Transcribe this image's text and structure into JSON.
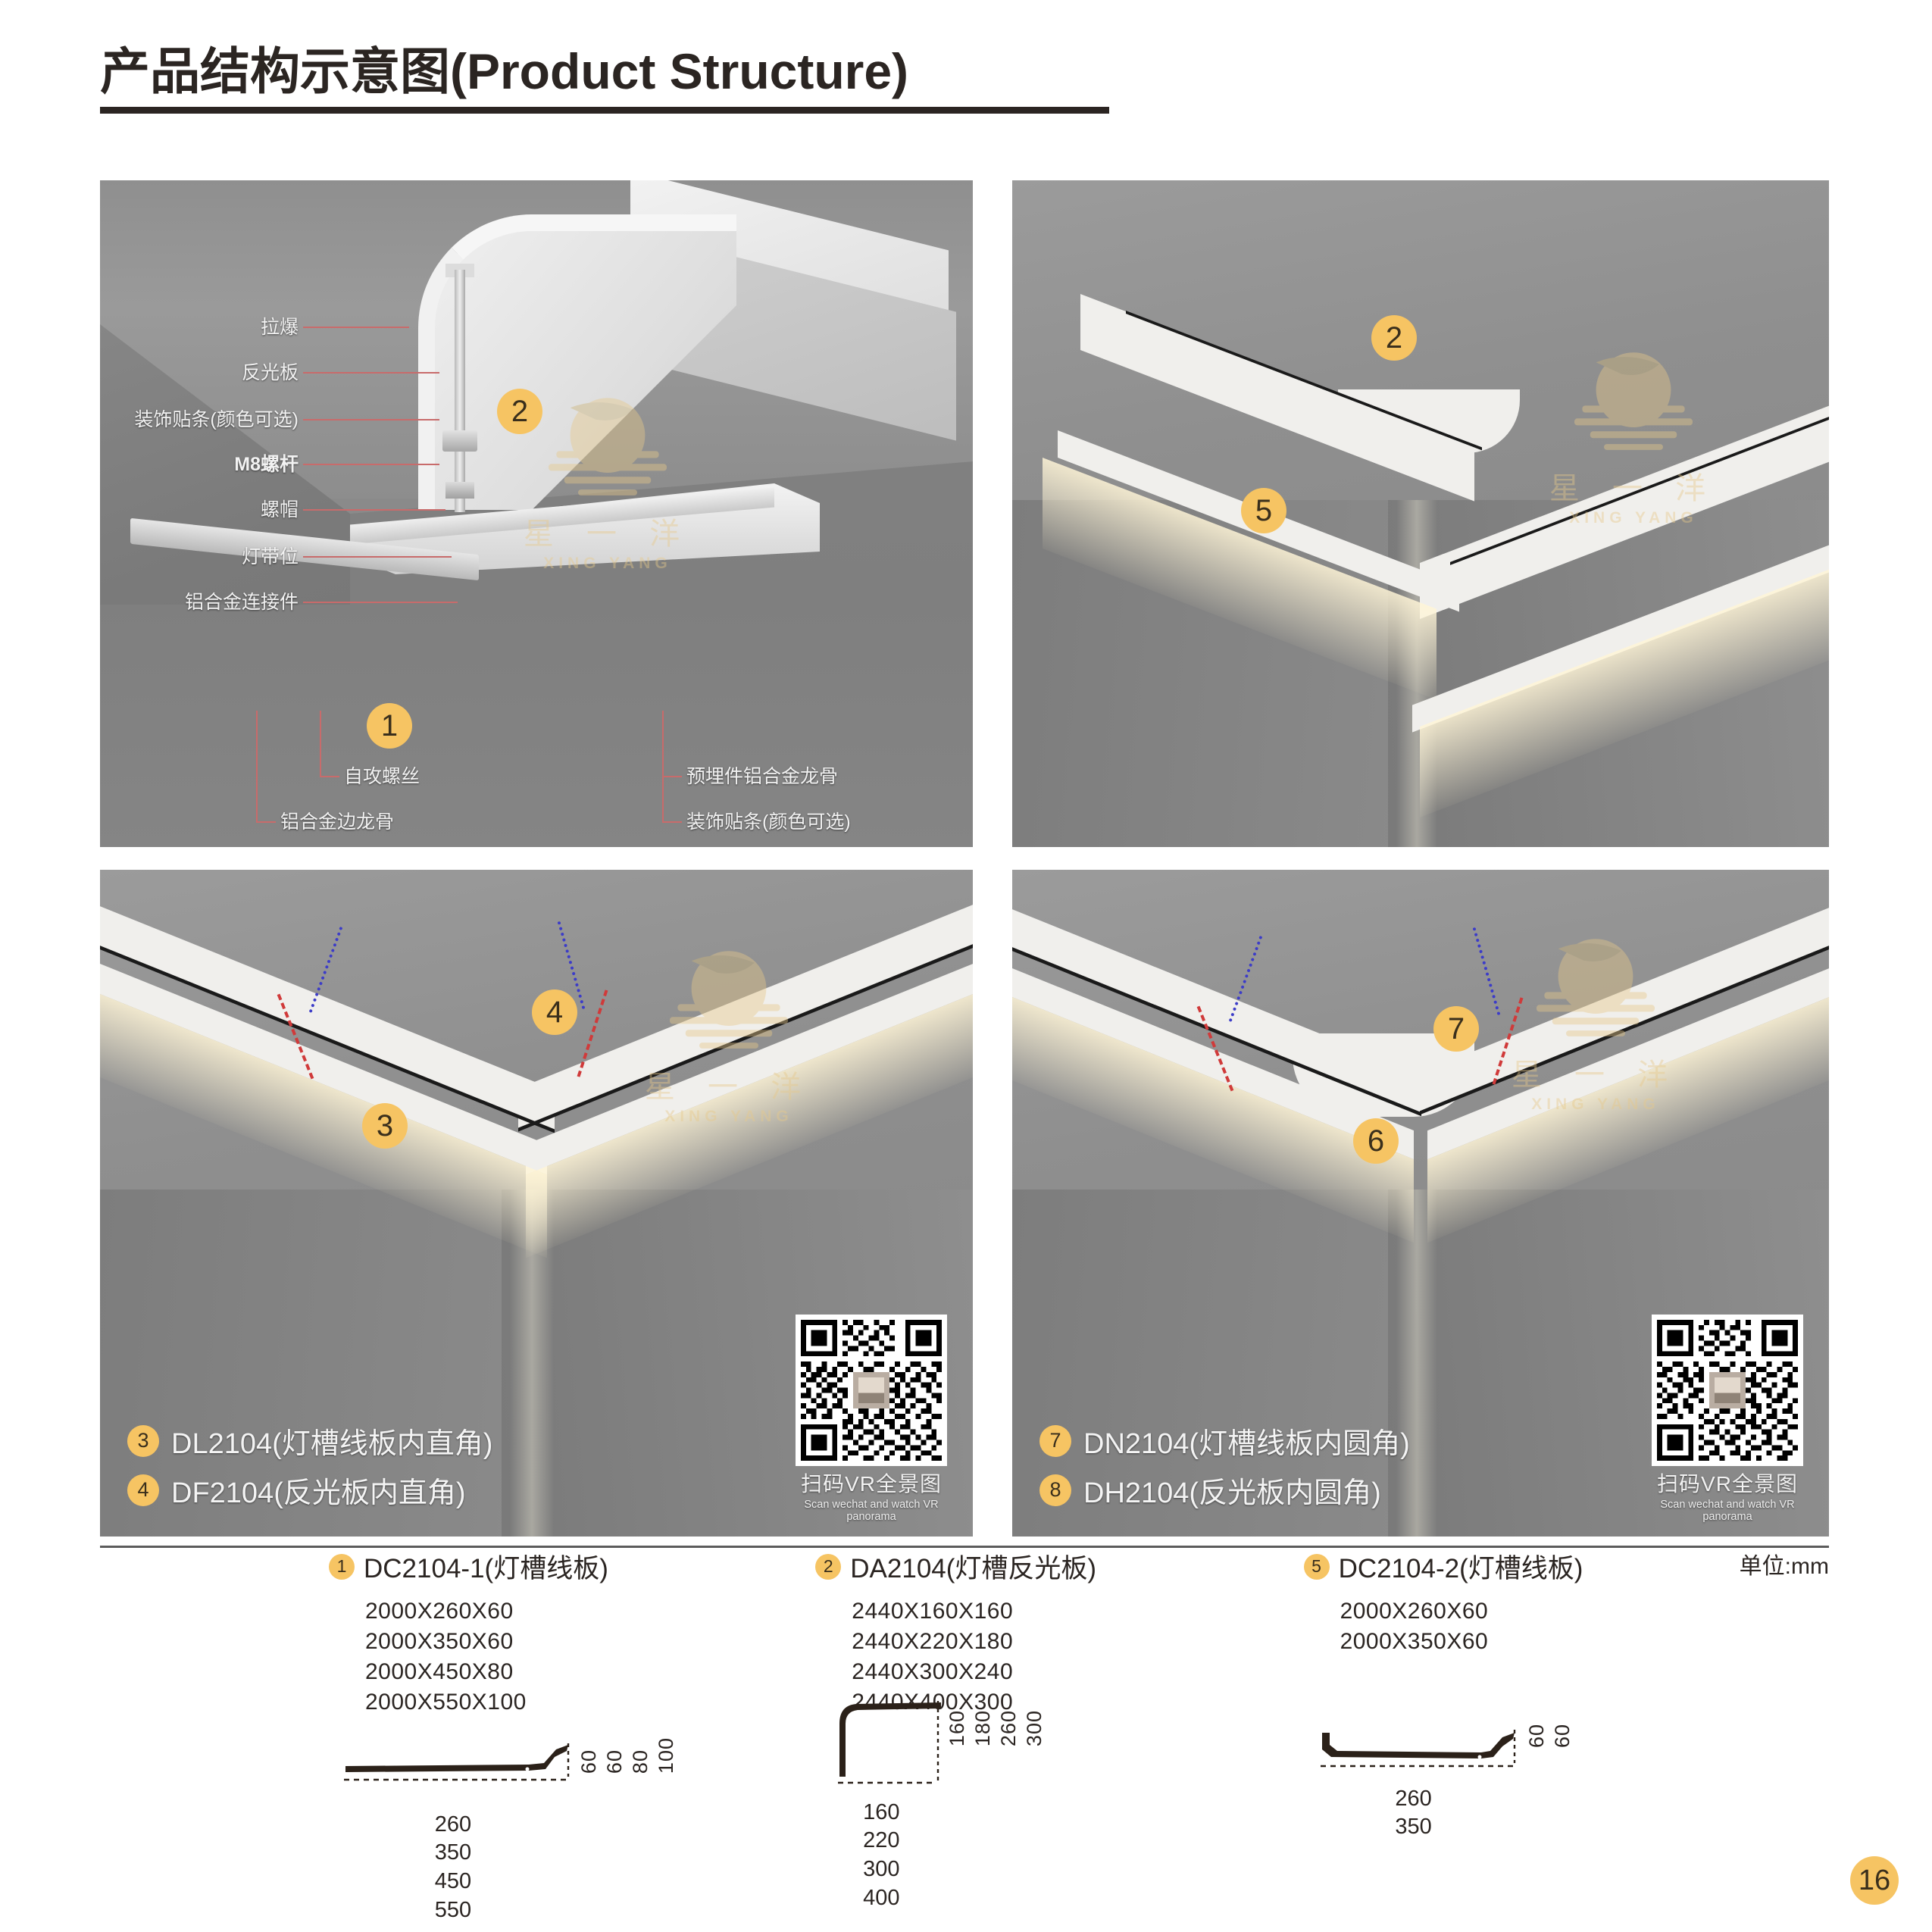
{
  "header": {
    "title": "产品结构示意图(Product Structure)"
  },
  "watermark": {
    "cn": "星 一 洋",
    "en": "XING  YANG"
  },
  "panels": {
    "top_left": {
      "name": "exploded-structure-render",
      "badges": [
        {
          "num": "1"
        },
        {
          "num": "2"
        }
      ],
      "callouts": [
        {
          "text": "拉爆",
          "bold": false
        },
        {
          "text": "反光板",
          "bold": false
        },
        {
          "text": "装饰贴条(颜色可选)",
          "bold": false
        },
        {
          "text": "M8螺杆",
          "bold": true
        },
        {
          "text": "螺帽",
          "bold": false
        },
        {
          "text": "灯带位",
          "bold": false
        },
        {
          "text": "铝合金连接件",
          "bold": false
        },
        {
          "text": "自攻螺丝",
          "bold": false
        },
        {
          "text": "铝合金边龙骨",
          "bold": false
        },
        {
          "text": "预埋件铝合金龙骨",
          "bold": false
        },
        {
          "text": "装饰贴条(颜色可选)",
          "bold": false
        }
      ]
    },
    "top_right": {
      "name": "corner-moulding-render",
      "badges": [
        {
          "num": "2"
        },
        {
          "num": "5"
        }
      ]
    },
    "bottom_left": {
      "name": "inner-right-angle-render",
      "badges": [
        {
          "num": "3"
        },
        {
          "num": "4"
        }
      ],
      "legend": [
        {
          "num": "3",
          "label": "DL2104(灯槽线板内直角)"
        },
        {
          "num": "4",
          "label": "DF2104(反光板内直角)"
        }
      ],
      "qr": {
        "cn": "扫码VR全景图",
        "en": "Scan wechat and watch VR panorama"
      }
    },
    "bottom_right": {
      "name": "inner-round-angle-render",
      "badges": [
        {
          "num": "6"
        },
        {
          "num": "7"
        }
      ],
      "legend": [
        {
          "num": "7",
          "label": "DN2104(灯槽线板内圆角)"
        },
        {
          "num": "8",
          "label": "DH2104(反光板内圆角)"
        }
      ],
      "qr": {
        "cn": "扫码VR全景图",
        "en": "Scan wechat and watch VR panorama"
      }
    }
  },
  "spec": {
    "unit_label": "单位:mm",
    "columns": [
      {
        "badge": "1",
        "title": "DC2104-1(灯槽线板)",
        "sizes": [
          "2000X260X60",
          "2000X350X60",
          "2000X450X80",
          "2000X550X100"
        ],
        "profile": {
          "type": "flat-L",
          "heights": [
            "60",
            "60",
            "80",
            "100"
          ],
          "widths": [
            "260",
            "350",
            "450",
            "550"
          ]
        }
      },
      {
        "badge": "2",
        "title": "DA2104(灯槽反光板)",
        "sizes": [
          "2440X160X160",
          "2440X220X180",
          "2440X300X240",
          "2440X400X300"
        ],
        "profile": {
          "type": "corner-curve",
          "heights": [
            "160",
            "180",
            "260",
            "300"
          ],
          "widths": [
            "160",
            "220",
            "300",
            "400"
          ]
        }
      },
      {
        "badge": "5",
        "title": "DC2104-2(灯槽线板)",
        "sizes": [
          "2000X260X60",
          "2000X350X60"
        ],
        "profile": {
          "type": "tray",
          "heights": [
            "60",
            "60"
          ],
          "widths": [
            "260",
            "350"
          ]
        }
      }
    ]
  },
  "footer": {
    "page_number": "16"
  },
  "colors": {
    "accent": "#f6c463",
    "ink": "#2b2522",
    "lead_line": "#c86b6b",
    "dotted_blue": "#3c3cc8",
    "dashed_red": "#d03a3a"
  }
}
